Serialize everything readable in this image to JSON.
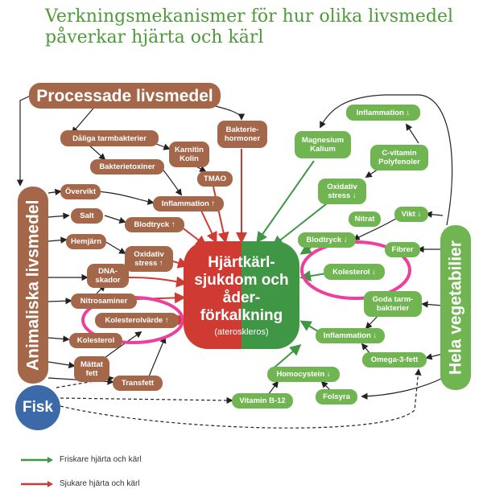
{
  "title": {
    "line1": "Verkningsmekanismer för hur olika livsmedel",
    "line2": "påverkar hjärta och kärl"
  },
  "center": {
    "title": "Hjärtkärl-\nsjukdom och\nåder-\nförkalkning",
    "subtitle": "(ateroskleros)"
  },
  "groups": {
    "processed": "Processade livsmedel",
    "animal": "Animaliska livsmedel",
    "plant": "Hela vegetabilier",
    "fish": "Fisk"
  },
  "nodes": {
    "daliga_tarmbakterier": "Dåliga tarmbakterier",
    "bakteriehormoner": "Bakterie-\nhormoner",
    "karnitin_kolin": "Karnitin\nKolin",
    "bakterietoxiner": "Bakterietoxiner",
    "tmao": "TMAO",
    "overvikt": "Övervikt",
    "inflammation_up": "Inflammation ↑",
    "salt": "Salt",
    "blodtryck_up": "Blodtryck ↑",
    "hemjarn": "Hemjärn",
    "oxidativ_stress_up": "Oxidativ\nstress ↑",
    "dna_skador": "DNA-\nskador",
    "nitrosaminer": "Nitrosaminer",
    "kolesterolvarde_up": "Kolesterolvärde ↑",
    "kolesterol": "Kolesterol",
    "mattat_fett": "Mättat\nfett",
    "transfett": "Transfett",
    "inflammation_down_top": "Inflammation ↓",
    "magnesium_kalium": "Magnesium\nKalium",
    "c_vitamin_polyfenoler": "C-vitamin\nPolyfenoler",
    "oxidativ_stress_down": "Oxidativ\nstress ↓",
    "nitrat": "Nitrat",
    "vikt_down": "Vikt ↓",
    "blodtryck_down": "Blodtryck ↓",
    "fibrer": "Fibrer",
    "kolesterol_down": "Kolesterol ↓",
    "goda_tarmbakterier": "Goda tarm-\nbakterier",
    "inflammation_down": "Inflammation ↓",
    "omega3": "Omega-3-fett",
    "homocystein_down": "Homocystein ↓",
    "vitamin_b12": "Vitamin B-12",
    "folsyra": "Folsyra"
  },
  "legend": {
    "green_label": "Friskare hjärta och kärl",
    "red_label": "Sjukare hjärta och kärl"
  },
  "colors": {
    "brown": "#a5674a",
    "green": "#70b552",
    "red": "#cf3b33",
    "dark_green": "#3f9645",
    "fish_blue": "#3c6aa8",
    "highlight": "#ee3f9e"
  }
}
